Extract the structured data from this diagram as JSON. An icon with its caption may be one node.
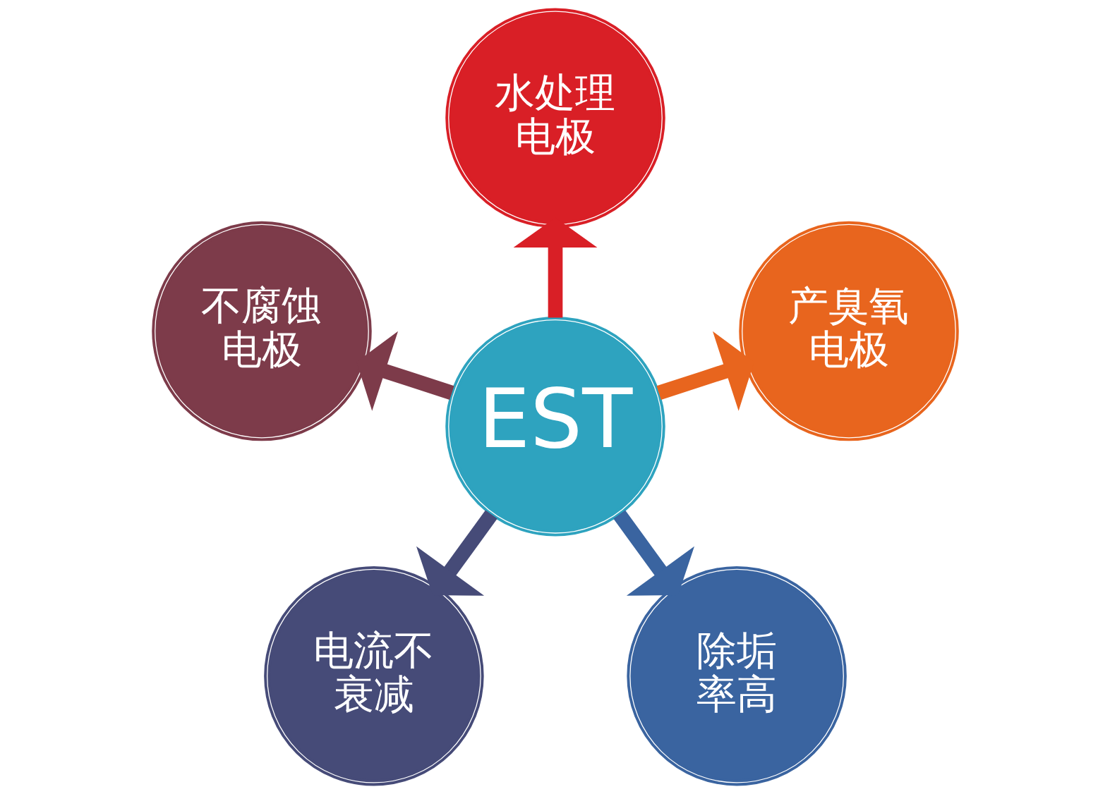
{
  "diagram": {
    "nodes": [
      {
        "text": [
          "水处理电极"
        ]
      },
      {
        "text": [
          "不腐蚀电极"
        ]
      },
      {
        "text": [
          "产臭氧电极"
        ]
      },
      {
        "text": [
          "EST"
        ]
      },
      {
        "text": [
          "电流不衰减"
        ]
      },
      {
        "text": [
          "除垢率高"
        ]
      }
    ],
    "edges": [
      {
        "from": 3,
        "to": 0,
        "arrow": "to",
        "color": "#d91f26"
      },
      {
        "from": 3,
        "to": 2,
        "arrow": "to",
        "color": "#e8651e"
      },
      {
        "from": 3,
        "to": 5,
        "arrow": "to",
        "color": "#3a64a0"
      },
      {
        "from": 3,
        "to": 4,
        "arrow": "to",
        "color": "#464b78"
      },
      {
        "from": 3,
        "to": 1,
        "arrow": "to",
        "color": "#7d3b4a"
      }
    ]
  }
}
